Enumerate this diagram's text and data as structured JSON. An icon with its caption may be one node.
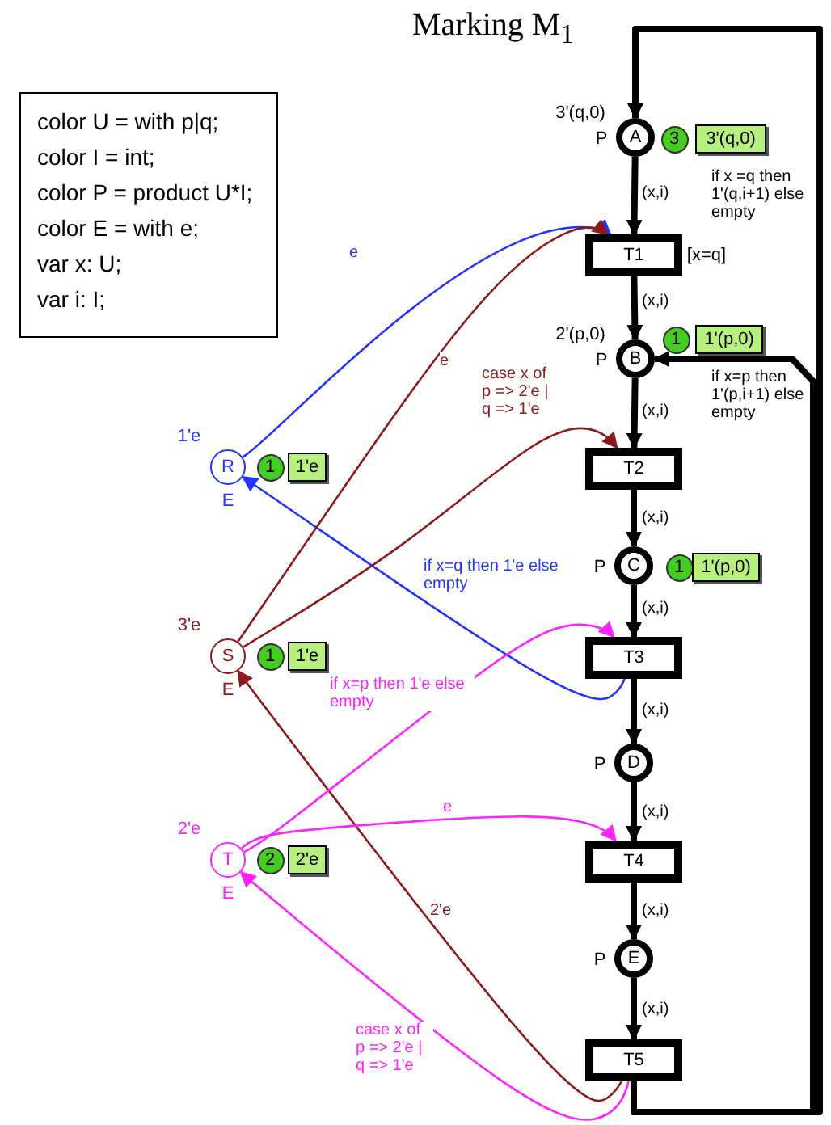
{
  "diagram": {
    "title": "Marking M$_{1}$",
    "nodes": [
      {
        "text": [
          "color U = with p|q;",
          "color I = int;",
          "color P = product U*I;",
          "color E = with e;",
          "var x: U;",
          "var i: I;"
        ]
      },
      {
        "text": [
          "A"
        ],
        "beside": [
          "3'(q,0)",
          "P"
        ]
      },
      {
        "text": [
          "3"
        ]
      },
      {
        "text": [
          "3'(q,0)"
        ]
      },
      {
        "text": [
          "T1"
        ],
        "beside": [
          "[x=q]"
        ]
      },
      {
        "text": [
          "B"
        ],
        "beside": [
          "2'(p,0)",
          "P"
        ]
      },
      {
        "text": [
          "1"
        ]
      },
      {
        "text": [
          "1'(p,0)"
        ]
      },
      {
        "text": [
          "T2"
        ]
      },
      {
        "text": [
          "C"
        ],
        "beside": [
          "P"
        ]
      },
      {
        "text": [
          "1"
        ]
      },
      {
        "text": [
          "1'(p,0)"
        ]
      },
      {
        "text": [
          "T3"
        ]
      },
      {
        "text": [
          "D"
        ],
        "beside": [
          "P"
        ]
      },
      {
        "text": [
          "T4"
        ]
      },
      {
        "text": [
          "E"
        ],
        "beside": [
          "P"
        ]
      },
      {
        "text": [
          "T5"
        ]
      },
      {
        "text": [
          "R"
        ],
        "beside": [
          "1'e",
          "E"
        ]
      },
      {
        "text": [
          "1"
        ]
      },
      {
        "text": [
          "1'e"
        ]
      },
      {
        "text": [
          "S"
        ],
        "beside": [
          "3'e",
          "E"
        ]
      },
      {
        "text": [
          "1"
        ]
      },
      {
        "text": [
          "1'e"
        ]
      },
      {
        "text": [
          "T"
        ],
        "beside": [
          "2'e",
          "E"
        ]
      },
      {
        "text": [
          "2"
        ]
      },
      {
        "text": [
          "2'e"
        ]
      }
    ],
    "edges": [
      {
        "from": 1,
        "to": 4,
        "arrow": "to",
        "label": "(x,i)"
      },
      {
        "from": 4,
        "to": 5,
        "arrow": "to",
        "label": "(x,i)"
      },
      {
        "from": 5,
        "to": 8,
        "arrow": "to",
        "label": "(x,i)"
      },
      {
        "from": 8,
        "to": 9,
        "arrow": "to",
        "label": "(x,i)"
      },
      {
        "from": 9,
        "to": 12,
        "arrow": "to",
        "label": "(x,i)"
      },
      {
        "from": 12,
        "to": 13,
        "arrow": "to",
        "label": "(x,i)"
      },
      {
        "from": 13,
        "to": 14,
        "arrow": "to",
        "label": "(x,i)"
      },
      {
        "from": 14,
        "to": 15,
        "arrow": "to",
        "label": "(x,i)"
      },
      {
        "from": 15,
        "to": 16,
        "arrow": "to",
        "label": "(x,i)"
      },
      {
        "from": 16,
        "to": 1,
        "arrow": "to",
        "label": "if x =q then 1'(q,i+1) else empty"
      },
      {
        "from": 16,
        "to": 5,
        "arrow": "to",
        "label": "if x=p then 1'(p,i+1) else empty"
      },
      {
        "from": 17,
        "to": 4,
        "arrow": "to",
        "label": "e",
        "color": "#2233ff"
      },
      {
        "from": 12,
        "to": 17,
        "arrow": "to",
        "label": "if x=q then 1'e else empty",
        "color": "#2233ff"
      },
      {
        "from": 20,
        "to": 4,
        "arrow": "to",
        "label": "e",
        "color": "#8b1a1a"
      },
      {
        "from": 20,
        "to": 8,
        "arrow": "to",
        "label": "case x of p => 2'e | q => 1'e",
        "color": "#8b1a1a"
      },
      {
        "from": 16,
        "to": 20,
        "arrow": "to",
        "label": "2'e",
        "color": "#8b1a1a"
      },
      {
        "from": 23,
        "to": 12,
        "arrow": "to",
        "label": "if x=p then 1'e else empty",
        "color": "#ff22ff"
      },
      {
        "from": 23,
        "to": 14,
        "arrow": "to",
        "label": "e",
        "color": "#ff22ff"
      },
      {
        "from": 16,
        "to": 23,
        "arrow": "to",
        "label": "case x of p => 2'e | q => 1'e",
        "color": "#ff22ff"
      }
    ]
  }
}
